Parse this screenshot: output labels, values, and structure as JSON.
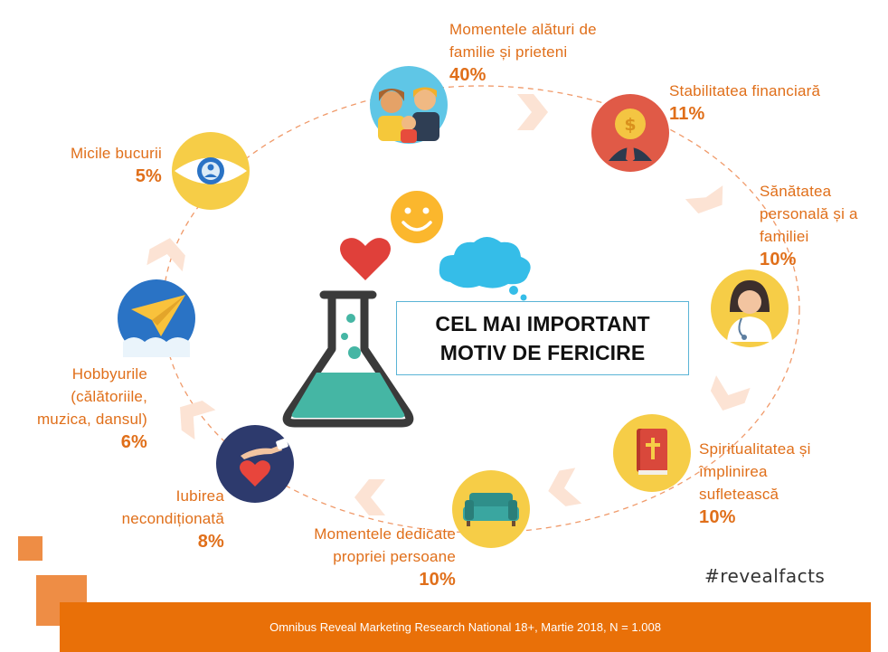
{
  "title": {
    "line1": "CEL MAI IMPORTANT",
    "line2": "MOTIV DE FERICIRE"
  },
  "hashtag": "#revealfacts",
  "footer": "Omnibus Reveal Marketing Research National 18+, Martie 2018, N = 1.008",
  "colors": {
    "accent": "#e06f1a",
    "footer": "#e97008",
    "dashed": "#f09a6a",
    "chevron": "#fbe0d0"
  },
  "chart_data": {
    "type": "bar",
    "categories": [
      "Momentele alături de familie și prieteni",
      "Stabilitatea financiară",
      "Sănătatea personală și a familiei",
      "Spiritualitatea și împlinirea sufletească",
      "Momentele dedicate propriei persoane",
      "Iubirea necondiționată",
      "Hobbyurile (călătoriile, muzica, dansul)",
      "Micile bucurii"
    ],
    "values": [
      40,
      11,
      10,
      10,
      10,
      8,
      6,
      5
    ],
    "value_labels": [
      "40%",
      "11%",
      "10%",
      "10%",
      "10%",
      "8%",
      "6%",
      "5%"
    ],
    "label_lines": [
      [
        "Momentele  alături de",
        "familie și prieteni"
      ],
      [
        "Stabilitatea financiară"
      ],
      [
        "Sănătatea",
        "personală și a",
        "familiei"
      ],
      [
        "Spiritualitatea și",
        "împlinirea",
        "sufletească"
      ],
      [
        "Momentele  dedicate",
        "propriei persoane"
      ],
      [
        "Iubirea",
        "necondiționată"
      ],
      [
        "Hobbyurile",
        "(călătoriile,",
        "muzica, dansul)"
      ],
      [
        "Micile bucurii"
      ]
    ],
    "icons": [
      "family-icon",
      "money-head-icon",
      "doctor-icon",
      "bible-icon",
      "sofa-icon",
      "heart-hand-icon",
      "paper-plane-icon",
      "eye-icon"
    ]
  }
}
